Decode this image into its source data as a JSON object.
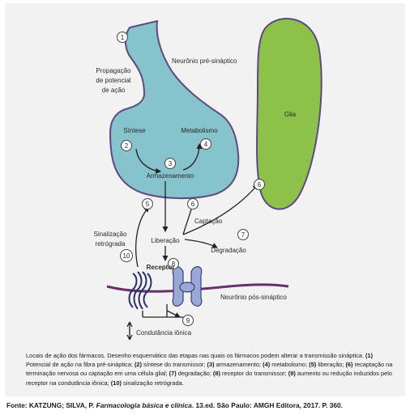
{
  "labels": {
    "presynaptic_neuron": "Neurônio pré-sináptico",
    "postsynaptic_neuron": "Neurônio pós-sináptico",
    "glia": "Glia",
    "propagation_line1": "Propagação",
    "propagation_line2": "de potencial",
    "propagation_line3": "de ação",
    "synthesis": "Síntese",
    "metabolism": "Metabolismo",
    "storage": "Armazenamento",
    "uptake": "Captação",
    "release": "Liberação",
    "degradation": "Degradação",
    "receptor": "Receptor",
    "retrograde_line1": "Sinalização",
    "retrograde_line2": "retrógrada",
    "ionic_conductance": "Condutância iônica"
  },
  "markers": {
    "m1": "1",
    "m2": "2",
    "m3": "3",
    "m4": "4",
    "m5": "5",
    "m6a": "6",
    "m6b": "6",
    "m7": "7",
    "m8": "8",
    "m9": "9",
    "m10": "10"
  },
  "caption": {
    "intro": "Locais de ação dos fármacos. Desenho esquemático das etapas nas quais os fármacos podem alterar a transmissão sináptica.",
    "items": [
      {
        "n": "(1)",
        "t": " Potencial de ação na fibra pré-sináptica; "
      },
      {
        "n": "(2)",
        "t": " síntese do transmissor; "
      },
      {
        "n": "(3)",
        "t": " armazenamento; "
      },
      {
        "n": "(4)",
        "t": " metabolismo; "
      },
      {
        "n": "(5)",
        "t": " liberação; "
      },
      {
        "n": "(6)",
        "t": " recaptação na terminação nervosa ou captação em uma célula glial; "
      },
      {
        "n": "(7)",
        "t": " degradação; "
      },
      {
        "n": "(8)",
        "t": " receptor do transmissor; "
      },
      {
        "n": "(9)",
        "t": " aumento ou redução induzidos pelo receptor na condutância iônica; "
      },
      {
        "n": "(10)",
        "t": " sinalização retrógrada."
      }
    ]
  },
  "source": {
    "prefix": "Fonte: KATZUNG; SILVA, P. ",
    "title": "Farmacologia básica e clínica",
    "suffix": ". 13.ed. São Paulo: AMGH Editora, 2017. P. 360."
  },
  "colors": {
    "neuron_fill": "#86c3cc",
    "neuron_stroke": "#5e4a7e",
    "glia_fill": "#8cc24a",
    "glia_stroke": "#5e4a7e",
    "membrane": "#6b2f6e",
    "arrow": "#222222",
    "channel": "#2a2f6a",
    "receptor": "#9aa8d6"
  }
}
